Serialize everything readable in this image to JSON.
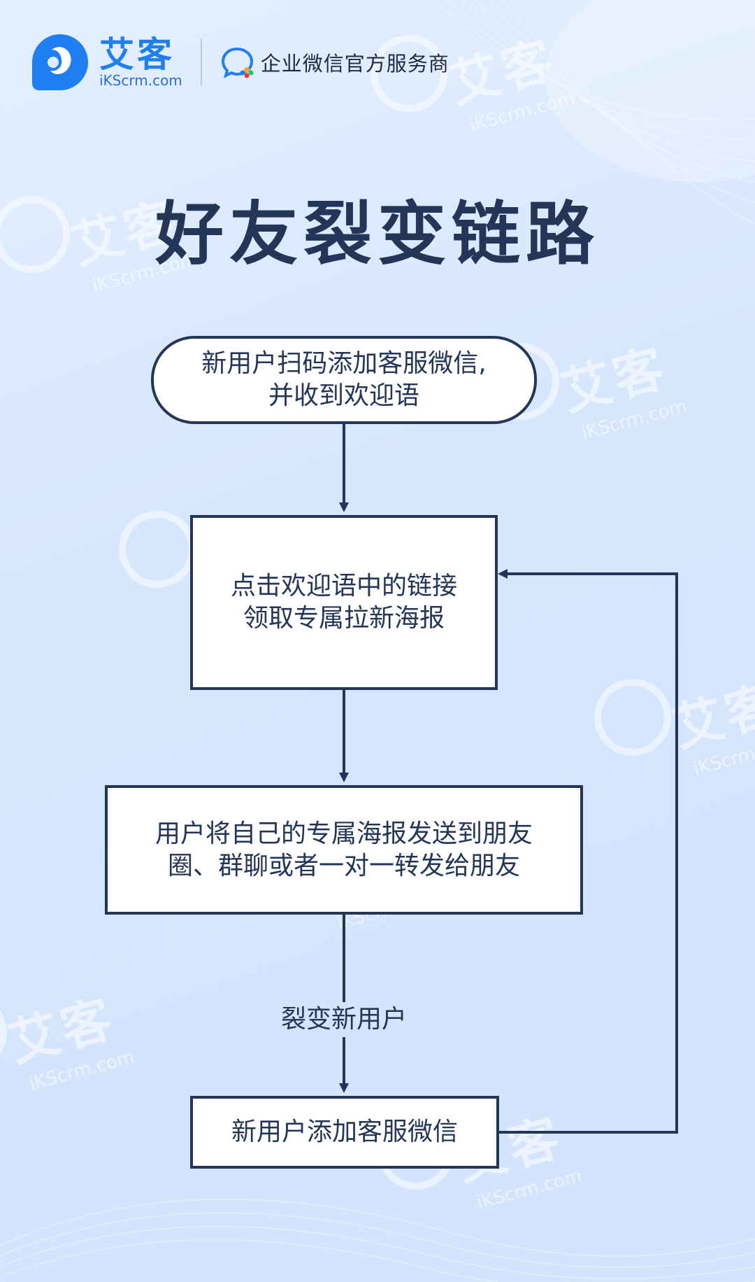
{
  "brand": {
    "name": "艾客",
    "url": "iKScrm.com",
    "badge": "企业微信官方服务商",
    "colors": {
      "brand_blue": "#1f7ff0",
      "navy": "#243658",
      "background": "#d6e6fd"
    }
  },
  "title": "好友裂变链路",
  "flowchart": {
    "nodes": [
      {
        "id": "start",
        "shape": "rounded",
        "lines": [
          "新用户扫码添加客服微信,",
          "并收到欢迎语"
        ]
      },
      {
        "id": "click_link",
        "shape": "rect",
        "lines": [
          "点击欢迎语中的链接",
          "领取专属拉新海报"
        ]
      },
      {
        "id": "share_poster",
        "shape": "rect",
        "lines": [
          "用户将自己的专属海报发送到朋友",
          "圈、群聊或者一对一转发给朋友"
        ]
      },
      {
        "id": "new_user_add",
        "shape": "rect",
        "lines": [
          "新用户添加客服微信"
        ]
      }
    ],
    "edges": [
      {
        "from": "start",
        "to": "click_link",
        "label": ""
      },
      {
        "from": "click_link",
        "to": "share_poster",
        "label": ""
      },
      {
        "from": "share_poster",
        "to": "new_user_add",
        "label": "裂变新用户"
      },
      {
        "from": "new_user_add",
        "to": "click_link",
        "label": ""
      }
    ]
  },
  "watermark": {
    "text": "艾客",
    "url": "iKScrm.com"
  }
}
